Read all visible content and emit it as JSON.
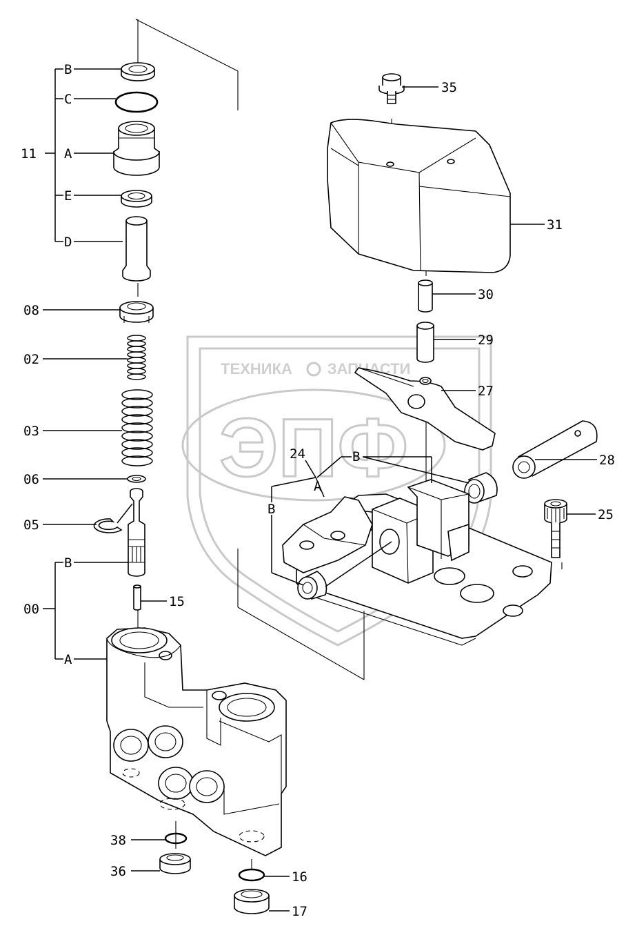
{
  "watermark": {
    "left_text": "ТЕХНИКА",
    "right_text": "ЗАПЧАСТИ",
    "logo_text": "ЭПФ",
    "color": "#c9c9c9"
  },
  "labels": {
    "p35": "35",
    "p31": "31",
    "p30": "30",
    "p29": "29",
    "p27": "27",
    "p28": "28",
    "p25": "25",
    "p24": "24",
    "p24a": "A",
    "p24b": "B",
    "p24b2": "B",
    "p11": "11",
    "p11b": "B",
    "p11c": "C",
    "p11a": "A",
    "p11e": "E",
    "p11d": "D",
    "p08": "08",
    "p02": "02",
    "p03": "03",
    "p06": "06",
    "p05": "05",
    "p00": "00",
    "p00b": "B",
    "p00a": "A",
    "p15": "15",
    "p38": "38",
    "p36": "36",
    "p16": "16",
    "p17": "17"
  }
}
